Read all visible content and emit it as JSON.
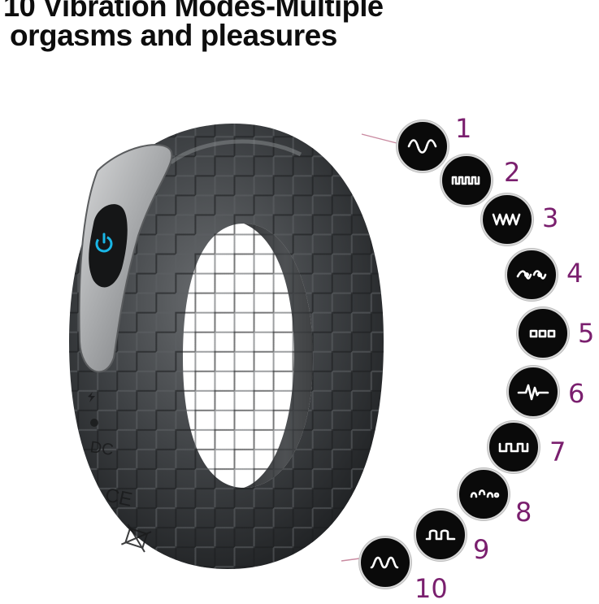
{
  "headline": {
    "line1": "10 Vibration Modes-Multiple",
    "line2": "orgasms and pleasures"
  },
  "product": {
    "markings": [
      "DC",
      "CE"
    ]
  },
  "modes": [
    {
      "number": "1",
      "icon": "sine-wave-icon"
    },
    {
      "number": "2",
      "icon": "square-pulse-icon"
    },
    {
      "number": "3",
      "icon": "zigzag-wave-icon"
    },
    {
      "number": "4",
      "icon": "loop-wave-icon"
    },
    {
      "number": "5",
      "icon": "dot-blocks-icon"
    },
    {
      "number": "6",
      "icon": "heartbeat-icon"
    },
    {
      "number": "7",
      "icon": "square-step-icon"
    },
    {
      "number": "8",
      "icon": "bubble-wave-icon"
    },
    {
      "number": "9",
      "icon": "double-pulse-icon"
    },
    {
      "number": "10",
      "icon": "ramp-wave-icon"
    }
  ],
  "colors": {
    "number": "#7a1f6e",
    "icon_background": "#0a0a0a",
    "power_led": "#19b6e6"
  }
}
